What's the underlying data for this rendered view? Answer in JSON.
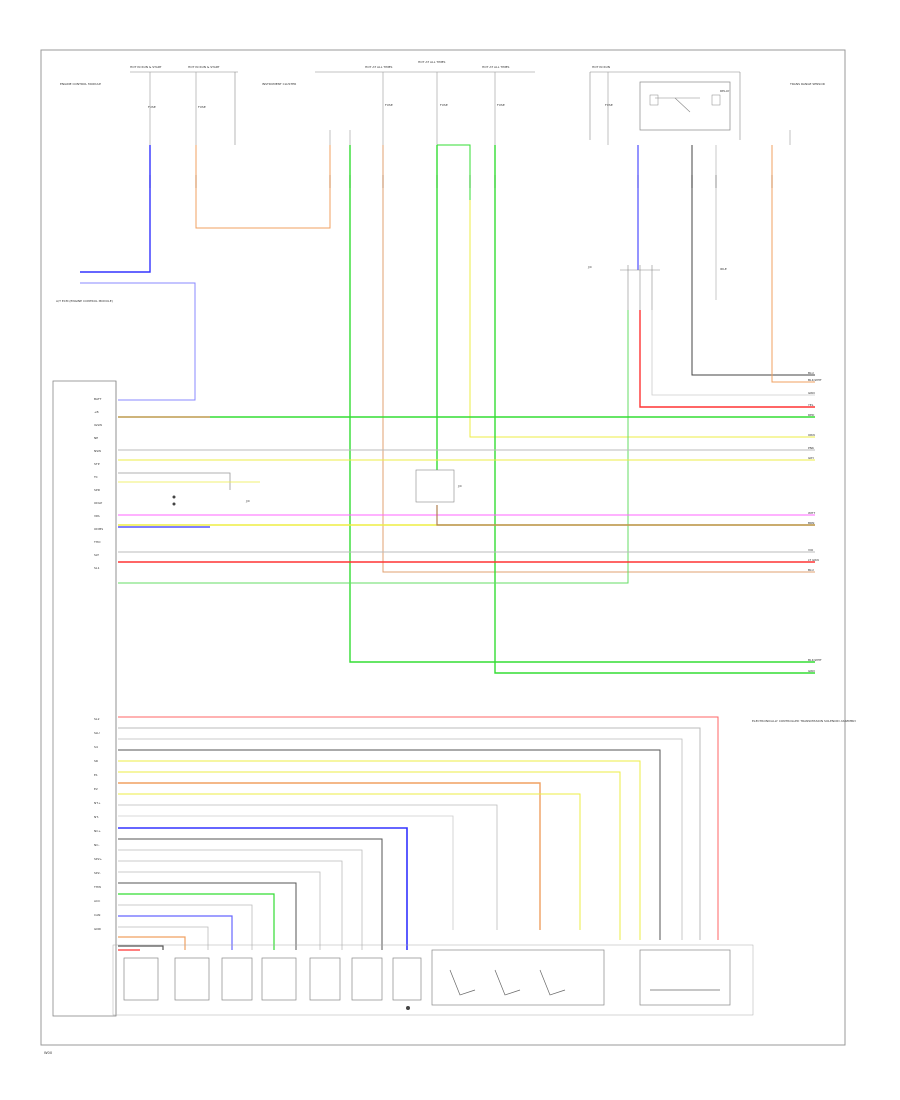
{
  "top_labels": {
    "hot_run_start_1": "HOT IN RUN & START",
    "hot_run_start_2": "HOT IN RUN & START",
    "hot_all_times_1": "HOT AT ALL TIMES",
    "hot_all_times_2": "HOT AT ALL TIMES",
    "hot_all_times_3": "HOT AT ALL TIMES",
    "hot_in_run": "HOT IN RUN",
    "fuse_a": "FUSE",
    "fuse_b": "FUSE",
    "fuse_c": "FUSE",
    "fuse_d": "FUSE",
    "fuse_e": "FUSE",
    "fuse_f": "FUSE",
    "instrument_cluster": "INSTRUMENT CLUSTER",
    "engine_control": "ENGINE CONTROL MODULE",
    "relay": "RELAY",
    "trans_range_sensor": "TRANS RANGE SENSOR"
  },
  "left_module": {
    "title": "A/T ECM (ENGINE CONTROL MODULE)",
    "pins": [
      "BATT",
      "+B",
      "IGSW",
      "NE",
      "NSW",
      "STP",
      "TC",
      "SPD",
      "ODLP",
      "VPA",
      "ODMS",
      "THO",
      "SLT",
      "SL1",
      "SL2",
      "SLU",
      "S4",
      "SR",
      "E1",
      "E2",
      "NT+",
      "NT-",
      "NC+",
      "NC-",
      "SP2+",
      "SP2-",
      "THW",
      "ACC",
      "CAN",
      "GND"
    ]
  },
  "junctions": {
    "jc_upper": "J/C",
    "jc_mid": "J/C",
    "jc_right": "J/C",
    "idle": "IDLE"
  },
  "right_block": {
    "title": "ELECTRONICALLY CONTROLLED TRANSMISSION SOLENOID ASSEMBLY"
  },
  "footer": {
    "code": "W00"
  },
  "wire_labels": {
    "l1": "BLU",
    "l2": "BLK/WHT",
    "l3": "GRN",
    "l4": "YEL",
    "l5": "RED",
    "l6": "ORN",
    "l7": "PNK",
    "l8": "GRY",
    "l9": "WHT",
    "l10": "BRN",
    "l11": "VIO",
    "l12": "LT GRN"
  }
}
